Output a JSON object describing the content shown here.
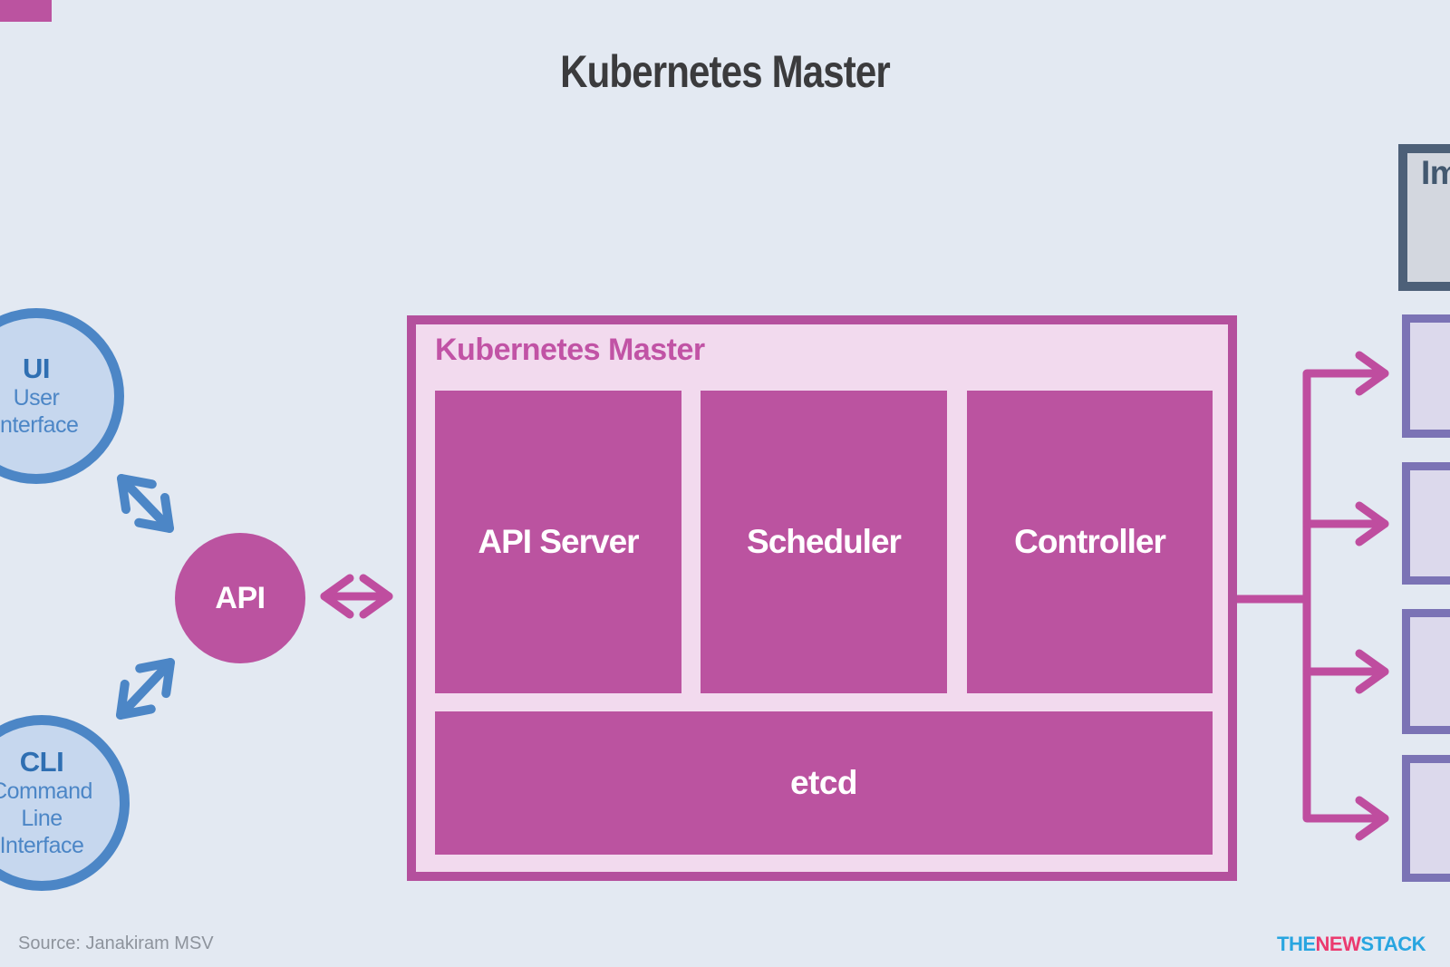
{
  "page": {
    "title": "Kubernetes Master",
    "source_credit": "Source: Janakiram MSV",
    "logo": {
      "the": "THE",
      "new": "NEW",
      "stack": "STACK"
    }
  },
  "clients": {
    "ui": {
      "abbr": "UI",
      "name_lines": [
        "User",
        "Interface"
      ]
    },
    "cli": {
      "abbr": "CLI",
      "name_lines": [
        "Command",
        "Line",
        "Interface"
      ]
    },
    "api": {
      "label": "API"
    }
  },
  "master": {
    "heading": "Kubernetes Master",
    "components": [
      "API Server",
      "Scheduler",
      "Controller"
    ],
    "datastore": "etcd"
  },
  "right": {
    "registry_label_visible": "Im"
  },
  "colors": {
    "bg": "#e3e9f2",
    "title_text": "#3b3b3d",
    "blue": "#4c86c6",
    "blue_fill": "#c6d7ee",
    "blue_text": "#2f6fb2",
    "arrow_blue": "#4c86c6",
    "magenta": "#bb53a0",
    "magenta_border": "#b4509d",
    "magenta_text": "#c153a5",
    "arrow_magenta": "#bf4d9f",
    "pink": "#f2daee",
    "purple": "#7b73b5",
    "purple_fill": "#dcd9ec",
    "slate": "#4d6078",
    "slate_fill": "#d3d7df",
    "slate_text": "#42586f",
    "gray_text": "#8d939c",
    "logo_blue": "#28a5e0",
    "logo_pink": "#eb3a6f"
  }
}
